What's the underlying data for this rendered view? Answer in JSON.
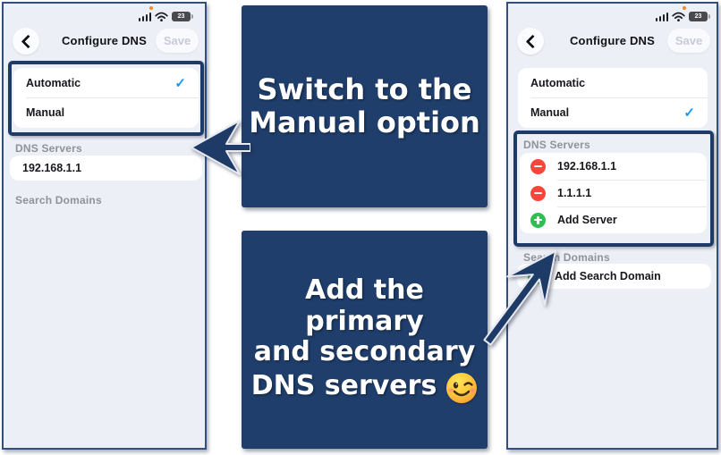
{
  "colors": {
    "navy": "#1e3a66",
    "phone_bg": "#edeff6",
    "check_blue": "#1898f6",
    "remove_red": "#fa453d",
    "add_green": "#2fbe52"
  },
  "status": {
    "battery_percent": "23"
  },
  "left_phone": {
    "header": {
      "title": "Configure DNS",
      "save": "Save"
    },
    "options": [
      {
        "label": "Automatic",
        "checked": true
      },
      {
        "label": "Manual",
        "checked": false
      }
    ],
    "dns_label": "DNS Servers",
    "dns_servers": [
      "192.168.1.1"
    ],
    "search_label": "Search Domains"
  },
  "right_phone": {
    "header": {
      "title": "Configure DNS",
      "save": "Save"
    },
    "options": [
      {
        "label": "Automatic",
        "checked": false
      },
      {
        "label": "Manual",
        "checked": true
      }
    ],
    "dns_label": "DNS Servers",
    "dns_rows": [
      {
        "icon": "remove-circle",
        "value": "192.168.1.1"
      },
      {
        "icon": "remove-circle",
        "value": "1.1.1.1"
      },
      {
        "icon": "add-circle",
        "value": "Add Server"
      }
    ],
    "search_label": "Search Domains",
    "add_search": "Add Search Domain"
  },
  "callouts": [
    {
      "line1": "Switch to the",
      "line2": "Manual option"
    },
    {
      "line1": "Add the primary",
      "line2": "and secondary",
      "line3": "DNS servers",
      "emoji": "😉"
    }
  ],
  "icons": {
    "check": "✓"
  }
}
